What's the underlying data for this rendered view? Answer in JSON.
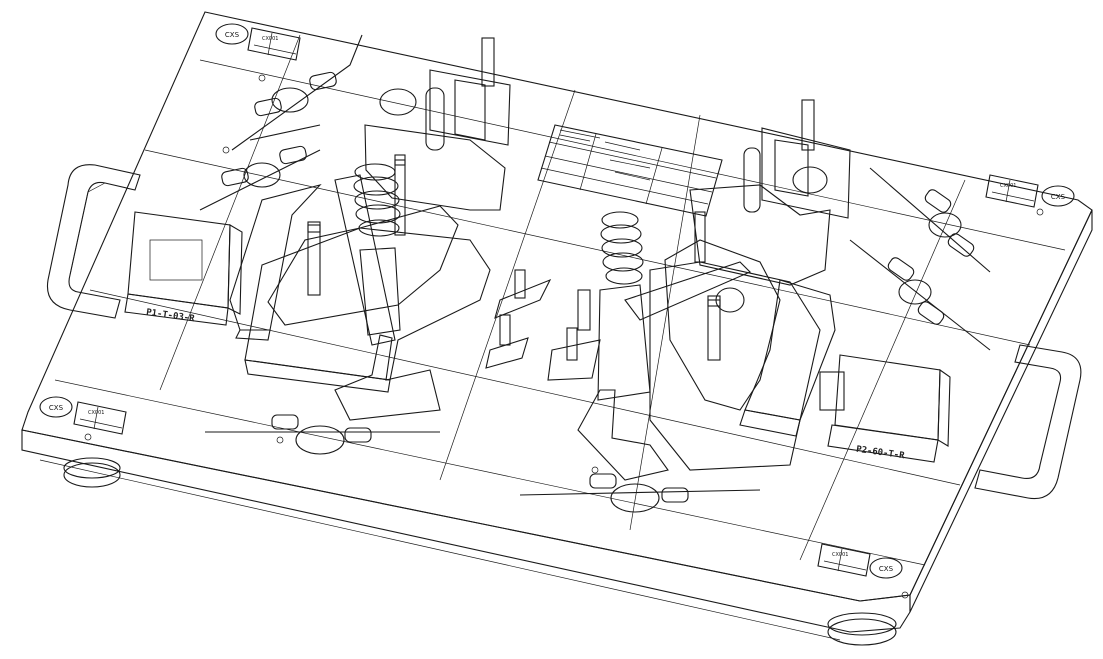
{
  "block_labels": {
    "left": "P1-T-03-R",
    "right": "P2-60-T-R"
  },
  "brand_badges": [
    "CXS",
    "CXS",
    "CXS",
    "CXS"
  ],
  "badge_plate_title": "CX001",
  "colors": {
    "base_plate": "#f4f4f6",
    "frame": "#d9d9dd",
    "handle": "#5a5a5a",
    "teal": "#2fd5b4",
    "magenta": "#c8129a",
    "lavender": "#c9c6f0",
    "yellow": "#f2f224",
    "cream": "#efe8cc",
    "purple": "#b52ee3",
    "red": "#e02020",
    "orange": "#f06a1e",
    "green": "#36c33a"
  }
}
